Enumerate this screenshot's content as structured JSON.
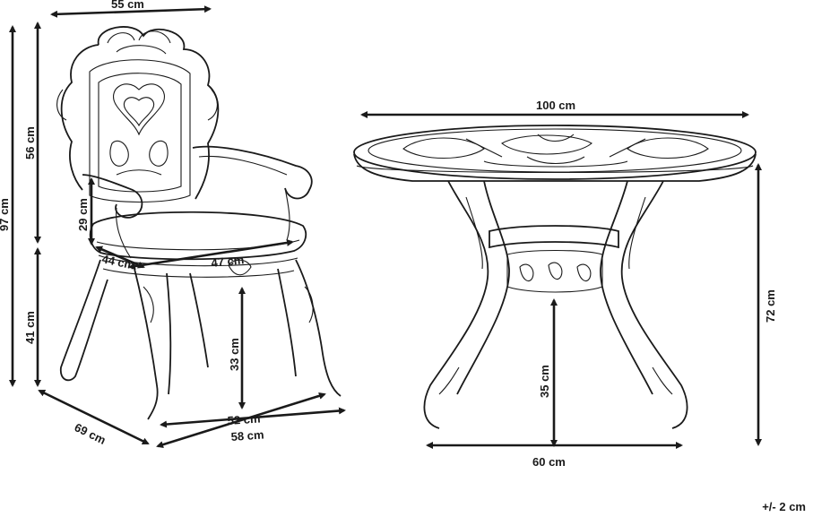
{
  "chair": {
    "width_label": "55 cm",
    "total_height_label": "97 cm",
    "back_height_label": "56 cm",
    "seat_height_label": "41 cm",
    "armrest_height_label": "29 cm",
    "seat_depth_label": "44 cm",
    "seat_width_label": "47 cm",
    "under_seat_label": "33 cm",
    "front_leg_span_label": "52 cm",
    "base_width_label": "58 cm",
    "depth_label": "69 cm"
  },
  "table": {
    "diameter_label": "100 cm",
    "height_label": "72 cm",
    "under_frame_label": "35 cm",
    "base_span_label": "60 cm"
  },
  "tolerance_label": "+/- 2 cm"
}
